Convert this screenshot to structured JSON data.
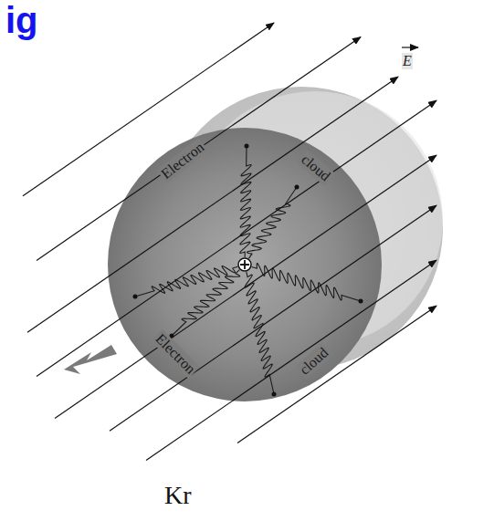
{
  "diagram": {
    "nodes": [
      {
        "text": [
          "Electron",
          "cloud",
          "Electron",
          "cloud"
        ]
      }
    ],
    "labels": [
      "ig",
      "E",
      "Kr"
    ]
  }
}
